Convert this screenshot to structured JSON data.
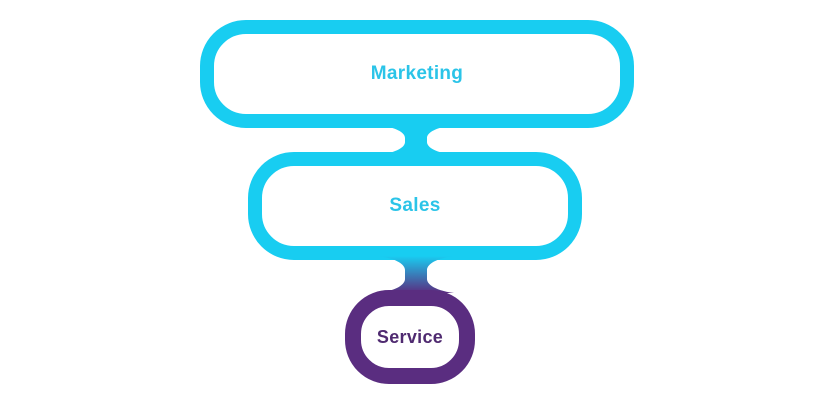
{
  "diagram": {
    "type": "funnel",
    "background_color": "#FFFFFF",
    "stages": [
      {
        "label": "Marketing",
        "border_color": "#18CDF1",
        "text_color": "#2BC4E8",
        "fill": "#FFFFFF"
      },
      {
        "label": "Sales",
        "border_color": "#18CDF1",
        "text_color": "#2BC4E8",
        "fill": "#FFFFFF"
      },
      {
        "label": "Service",
        "border_color": "#5A2D80",
        "text_color": "#4F2A70",
        "fill": "#FFFFFF"
      }
    ],
    "connectors": [
      {
        "from": "Marketing",
        "to": "Sales",
        "color_top": "#18CDF1",
        "color_bottom": "#18CDF1"
      },
      {
        "from": "Sales",
        "to": "Service",
        "color_top": "#18CDF1",
        "color_bottom": "#5A2D80"
      }
    ]
  }
}
